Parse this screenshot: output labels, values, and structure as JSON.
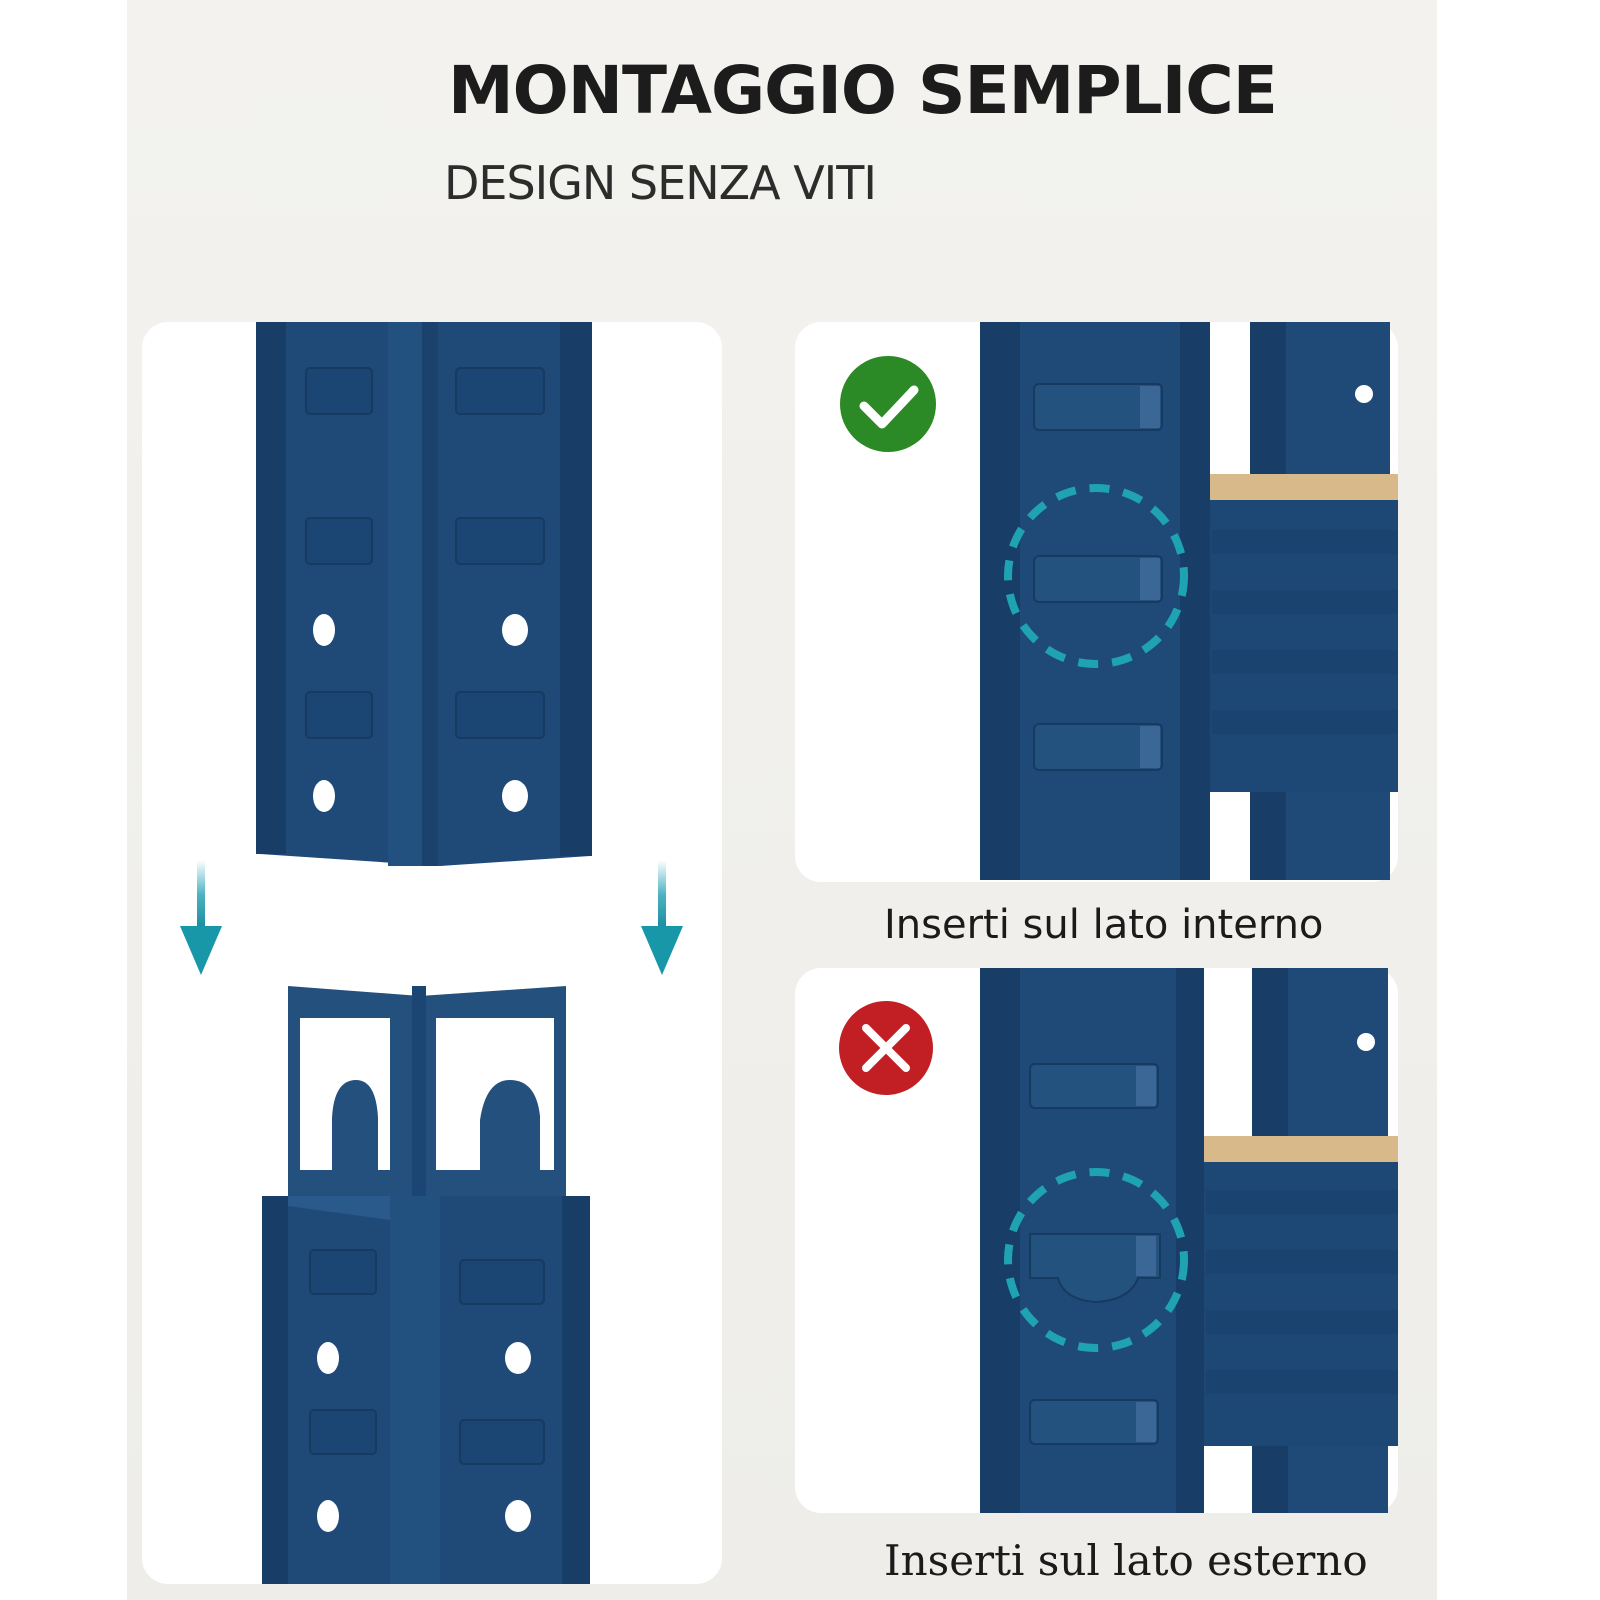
{
  "header": {
    "title": "MONTAGGIO SEMPLICE",
    "subtitle": "DESIGN SENZA VITI"
  },
  "panels": {
    "correct": {
      "status_icon": "check-icon",
      "status_color": "#2b8a25",
      "caption": "Inserti sul lato interno"
    },
    "wrong": {
      "status_icon": "x-icon",
      "status_color": "#c21f24",
      "caption": "Inserti sul lato esterno"
    }
  },
  "colors": {
    "upright_blue": "#1f4a78",
    "highlight_teal": "#1fa3b3",
    "shelf_wood": "#d7b98a"
  }
}
